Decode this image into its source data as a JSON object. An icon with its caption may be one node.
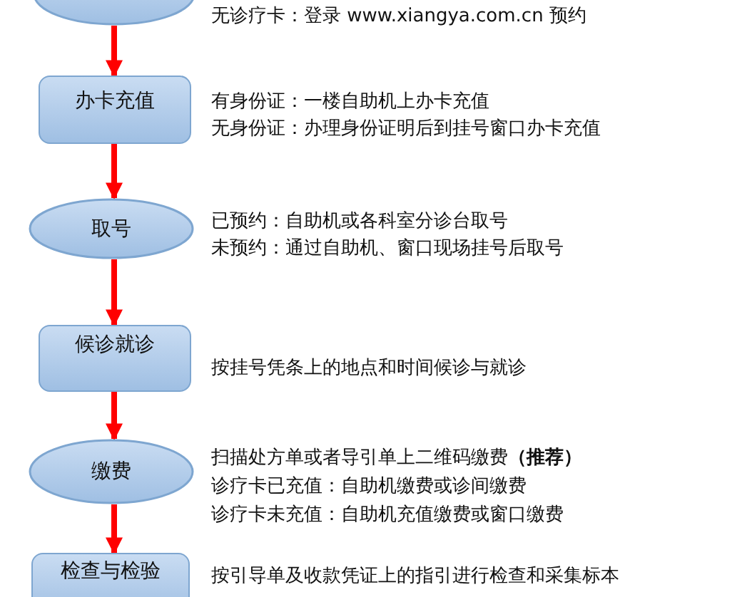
{
  "diagram": {
    "nodes": [
      {
        "text": [],
        "shape": "ellipse",
        "beside": [
          "无诊疗卡：登录 www.xiangya.com.cn 预约"
        ]
      },
      {
        "text": [
          "办卡充值"
        ],
        "beside": [
          "有身份证：一楼自助机上办卡充值",
          "无身份证：办理身份证明后到挂号窗口办卡充值"
        ]
      },
      {
        "text": [
          "取号"
        ],
        "beside": [
          "已预约：自助机或各科室分诊台取号",
          "未预约：通过自助机、窗口现场挂号后取号"
        ]
      },
      {
        "text": [
          "候诊就诊"
        ],
        "beside": [
          "按挂号凭条上的地点和时间候诊与就诊"
        ]
      },
      {
        "text": [
          "缴费"
        ],
        "beside": [
          "扫描处方单或者导引单上二维码缴费**（推荐）**",
          "诊疗卡已充值：自助机缴费或诊间缴费",
          "诊疗卡未充值：自助机充值缴费或窗口缴费"
        ]
      },
      {
        "text": [
          "检查与检验"
        ],
        "beside": [
          "按引导单及收款凭证上的指引进行检查和采集标本"
        ]
      }
    ],
    "edges": [
      {
        "from": 0,
        "to": 1,
        "arrow": "to"
      },
      {
        "from": 1,
        "to": 2,
        "arrow": "to"
      },
      {
        "from": 2,
        "to": 3,
        "arrow": "to"
      },
      {
        "from": 3,
        "to": 4,
        "arrow": "to"
      },
      {
        "from": 4,
        "to": 5,
        "arrow": "to"
      }
    ]
  }
}
